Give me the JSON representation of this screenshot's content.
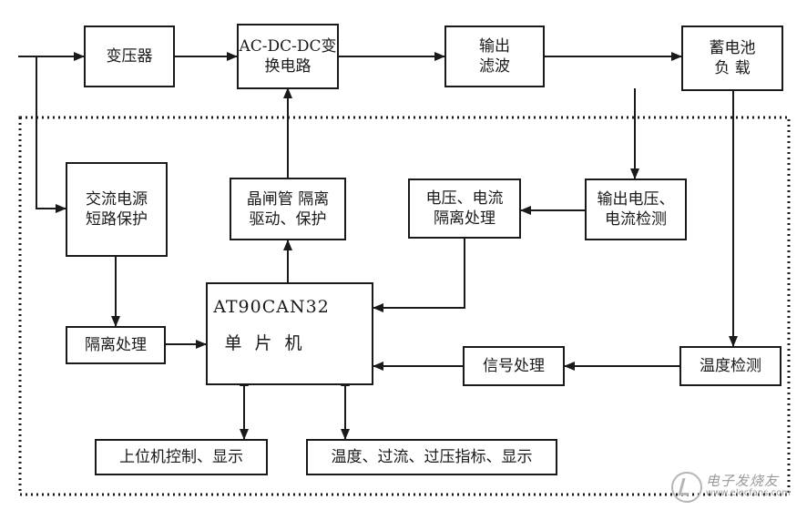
{
  "blocks": {
    "transformer": {
      "lines": [
        "变压器"
      ]
    },
    "converter": {
      "lines": [
        "AC-DC-DC变",
        "换电路"
      ]
    },
    "output_filter": {
      "lines": [
        "输出",
        "滤波"
      ]
    },
    "battery_load": {
      "lines": [
        "蓄电池",
        "负  载"
      ]
    },
    "ac_protection": {
      "lines": [
        "交流电源",
        "短路保护"
      ]
    },
    "thyristor_driver": {
      "lines": [
        "晶闸管 隔离",
        "驱动、保护"
      ]
    },
    "vi_isolation": {
      "lines": [
        "电压、电流",
        "隔离处理"
      ]
    },
    "vi_detection": {
      "lines": [
        "输出电压、",
        "电流检测"
      ]
    },
    "mcu": {
      "lines": [
        "AT90CAN32",
        "单片机"
      ]
    },
    "isolation": {
      "lines": [
        "隔离处理"
      ]
    },
    "signal_processing": {
      "lines": [
        "信号处理"
      ]
    },
    "temp_detection": {
      "lines": [
        "温度检测"
      ]
    },
    "host_control": {
      "lines": [
        "上位机控制、显示"
      ]
    },
    "status_display": {
      "lines": [
        "温度、过流、过压指标、显示"
      ]
    }
  },
  "watermark": {
    "name": "电子发烧友",
    "url": "www.elecfans.com"
  },
  "colors": {
    "ink": "#1a1a1a",
    "background": "#ffffff",
    "watermark": "#9a9a9a"
  }
}
